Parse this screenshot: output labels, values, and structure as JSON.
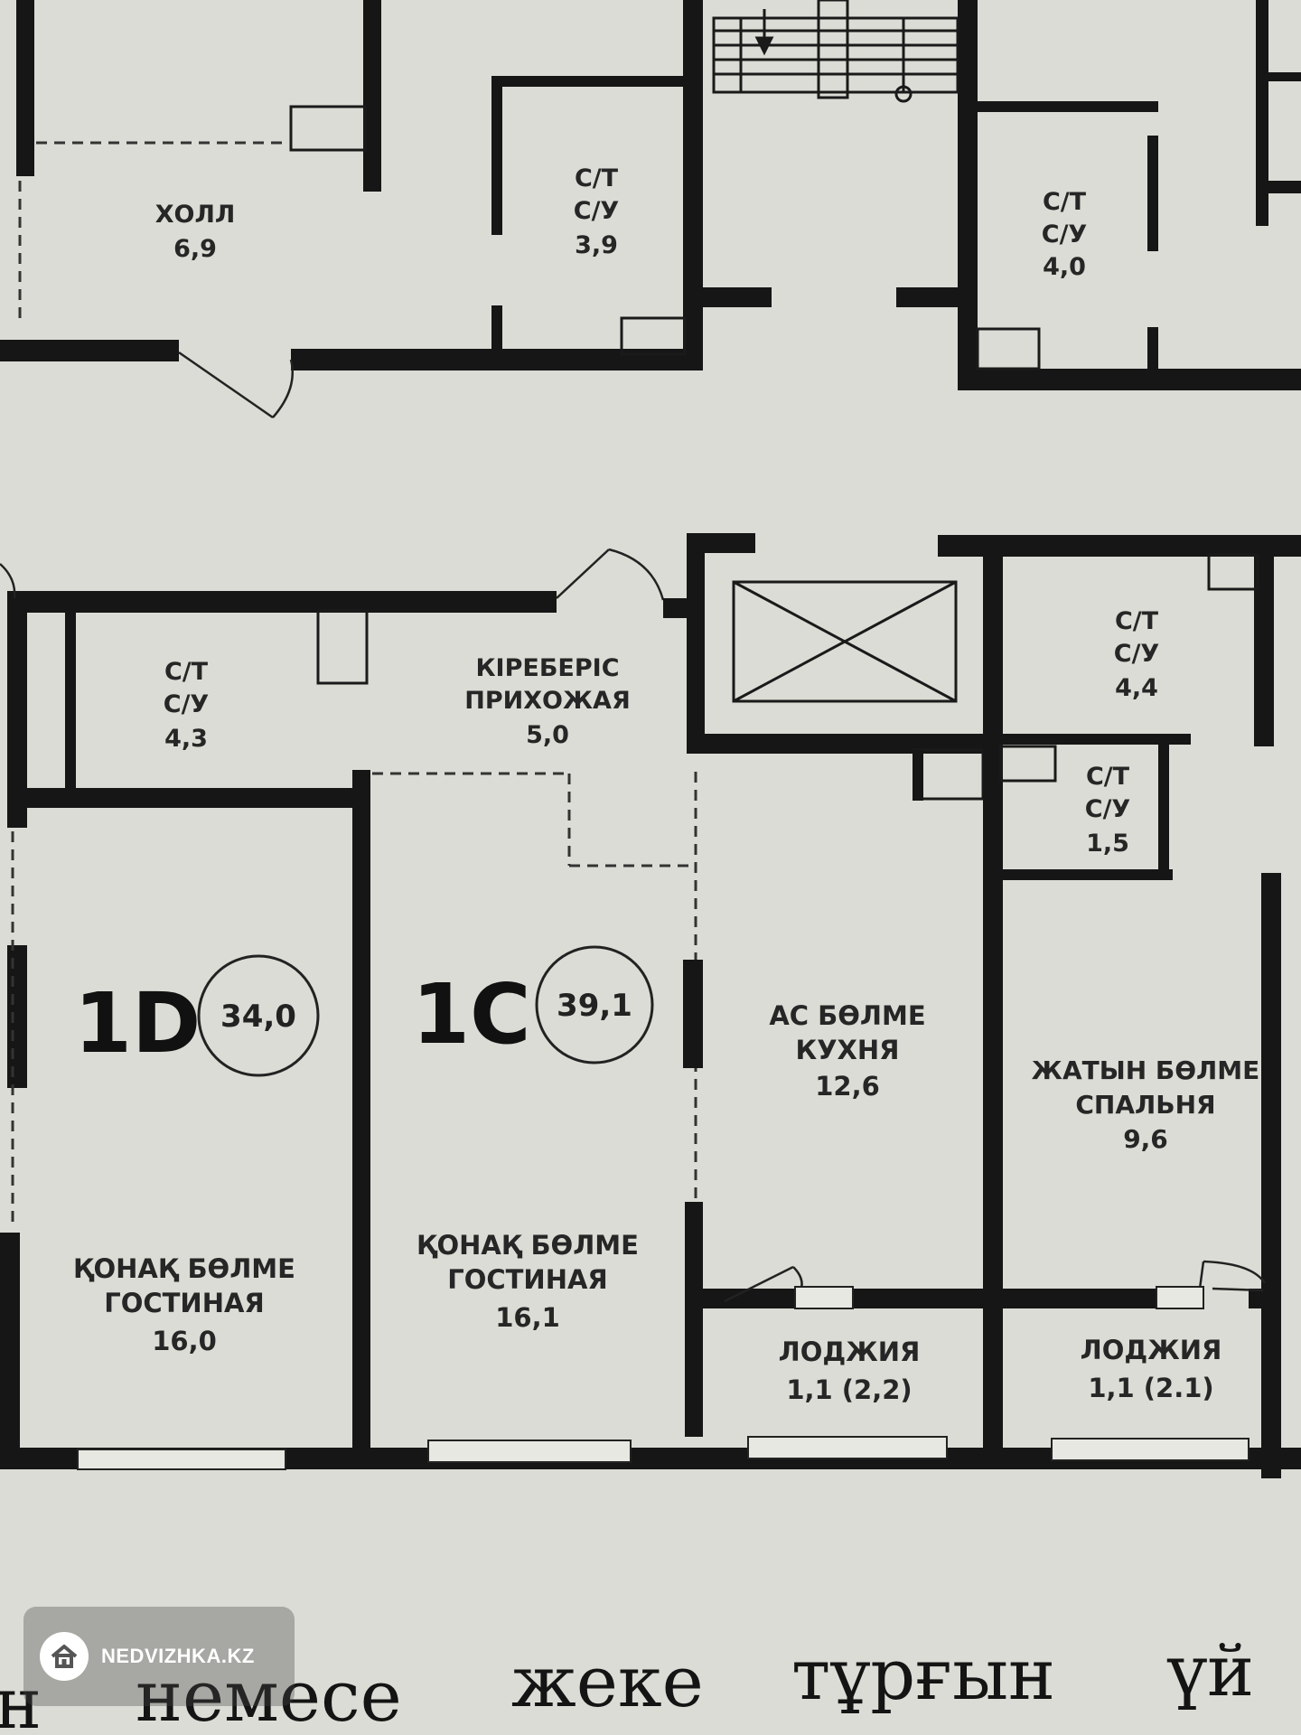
{
  "rooms": {
    "hall": {
      "name": "ХОЛЛ",
      "area": "6,9"
    },
    "bath_top_1": {
      "name_kz": "С/Т",
      "name_ru": "С/У",
      "area": "3,9"
    },
    "bath_top_2": {
      "name_kz": "С/Т",
      "name_ru": "С/У",
      "area": "4,0"
    },
    "bath_1d": {
      "name_kz": "С/Т",
      "name_ru": "С/У",
      "area": "4,3"
    },
    "hallway_1c": {
      "name_kz": "КІРЕБЕРІС",
      "name_ru": "ПРИХОЖАЯ",
      "area": "5,0"
    },
    "bath_right_1": {
      "name_kz": "С/Т",
      "name_ru": "С/У",
      "area": "4,4"
    },
    "bath_right_2": {
      "name_kz": "С/Т",
      "name_ru": "С/У",
      "area": "1,5"
    },
    "living_1d": {
      "name_kz": "ҚОНАҚ БӨЛМЕ",
      "name_ru": "ГОСТИНАЯ",
      "area": "16,0"
    },
    "living_1c": {
      "name_kz": "ҚОНАҚ БӨЛМЕ",
      "name_ru": "ГОСТИНАЯ",
      "area": "16,1"
    },
    "kitchen": {
      "name_kz": "АС БӨЛМЕ",
      "name_ru": "КУХНЯ",
      "area": "12,6"
    },
    "bedroom": {
      "name_kz": "ЖАТЫН БӨЛМЕ",
      "name_ru": "СПАЛЬНЯ",
      "area": "9,6"
    },
    "loggia_1": {
      "name": "ЛОДЖИЯ",
      "area": "1,1 (2,2)"
    },
    "loggia_2": {
      "name": "ЛОДЖИЯ",
      "area": "1,1 (2.1)"
    }
  },
  "units": {
    "unit_1d": {
      "code": "1D",
      "area": "34,0"
    },
    "unit_1c": {
      "code": "1C",
      "area": "39,1"
    }
  },
  "caption": {
    "w1": "н",
    "w2": "немесе",
    "w3": "жеке",
    "w4": "тұрғын",
    "w5": "үй"
  },
  "watermark": {
    "text": "NEDVIZHKA.KZ",
    "icon": "house-icon"
  },
  "colors": {
    "paper": "#dcdcd6",
    "wall": "#161616",
    "watermark_bg": "#464646"
  }
}
